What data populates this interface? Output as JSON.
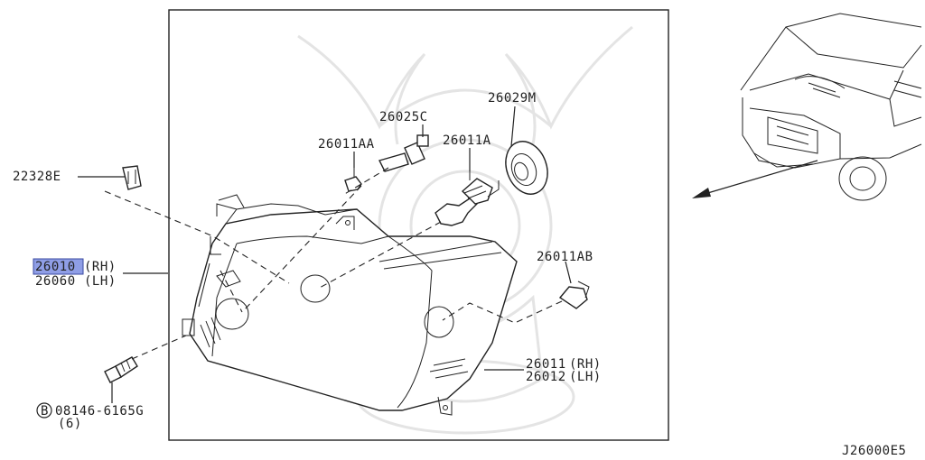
{
  "diagram_code": "J26000E5",
  "parts": [
    {
      "id": "part-22328e",
      "number": "22328E",
      "side": ""
    },
    {
      "id": "part-26010",
      "number": "26010",
      "side": "(RH)",
      "highlighted": true
    },
    {
      "id": "part-26060",
      "number": "26060",
      "side": "(LH)"
    },
    {
      "id": "part-26025c",
      "number": "26025C",
      "side": ""
    },
    {
      "id": "part-26011aa",
      "number": "26011AA",
      "side": ""
    },
    {
      "id": "part-26011a",
      "number": "26011A",
      "side": ""
    },
    {
      "id": "part-26029m",
      "number": "26029M",
      "side": ""
    },
    {
      "id": "part-26011ab",
      "number": "26011AB",
      "side": ""
    },
    {
      "id": "part-26011",
      "number": "26011",
      "side": "(RH)"
    },
    {
      "id": "part-26012",
      "number": "26012",
      "side": "(LH)"
    },
    {
      "id": "part-08146",
      "prefix": "B",
      "number": "08146-6165G",
      "qty": "(6)"
    }
  ],
  "colors": {
    "highlight": "#8f9ee6",
    "line": "#222222",
    "watermark": "#e4e4e4"
  }
}
